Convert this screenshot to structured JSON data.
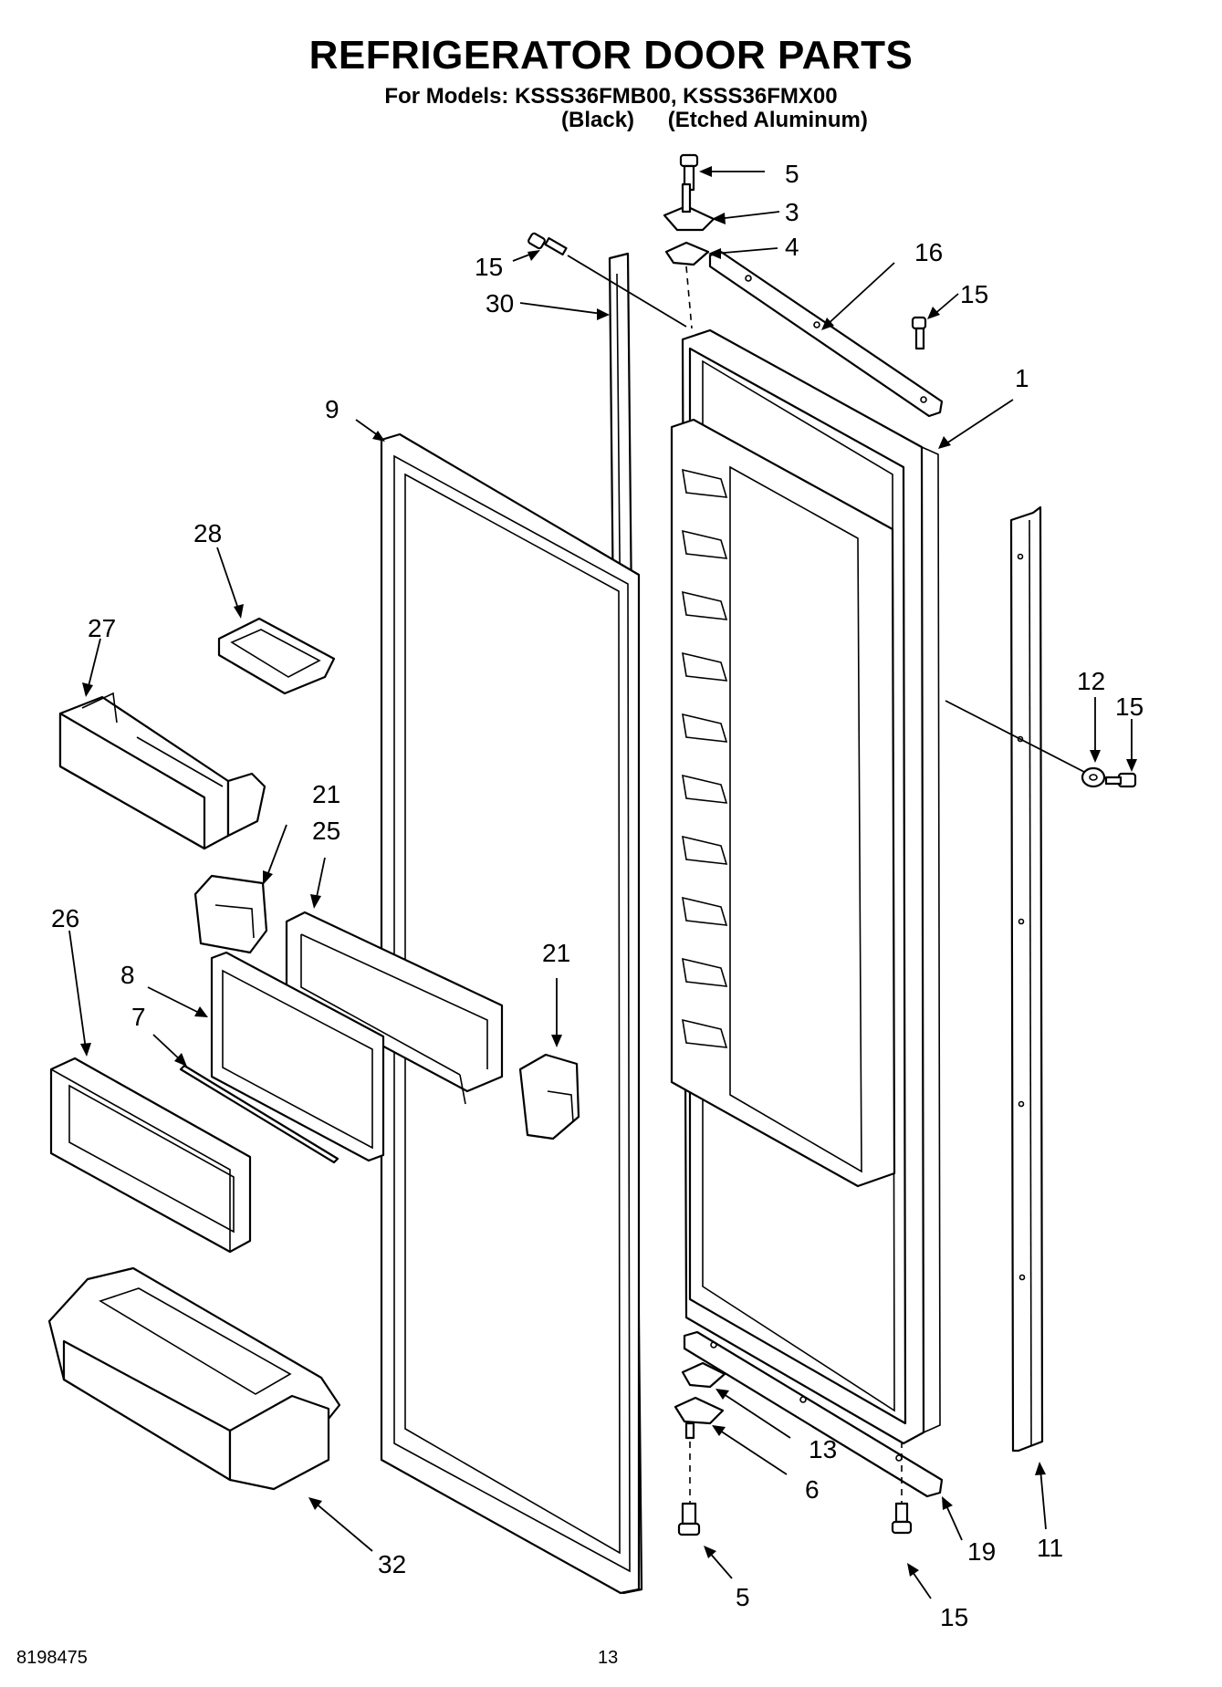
{
  "header": {
    "title": "REFRIGERATOR DOOR PARTS",
    "models_line": "For Models: KSSS36FMB00, KSSS36FMX00",
    "variant_1": "(Black)",
    "variant_2": "(Etched Aluminum)"
  },
  "callouts": {
    "c5_top": "5",
    "c3": "3",
    "c4": "4",
    "c16": "16",
    "c15_tl": "15",
    "c30": "30",
    "c15_tr": "15",
    "c1": "1",
    "c9": "9",
    "c28": "28",
    "c27": "27",
    "c12": "12",
    "c15_r": "15",
    "c21_l": "21",
    "c25": "25",
    "c26": "26",
    "c8": "8",
    "c21_r": "21",
    "c7": "7",
    "c13": "13",
    "c6": "6",
    "c32": "32",
    "c19": "19",
    "c11": "11",
    "c5_bottom": "5",
    "c15_bottom": "15"
  },
  "footer": {
    "doc_number": "8198475",
    "page_number": "13"
  }
}
